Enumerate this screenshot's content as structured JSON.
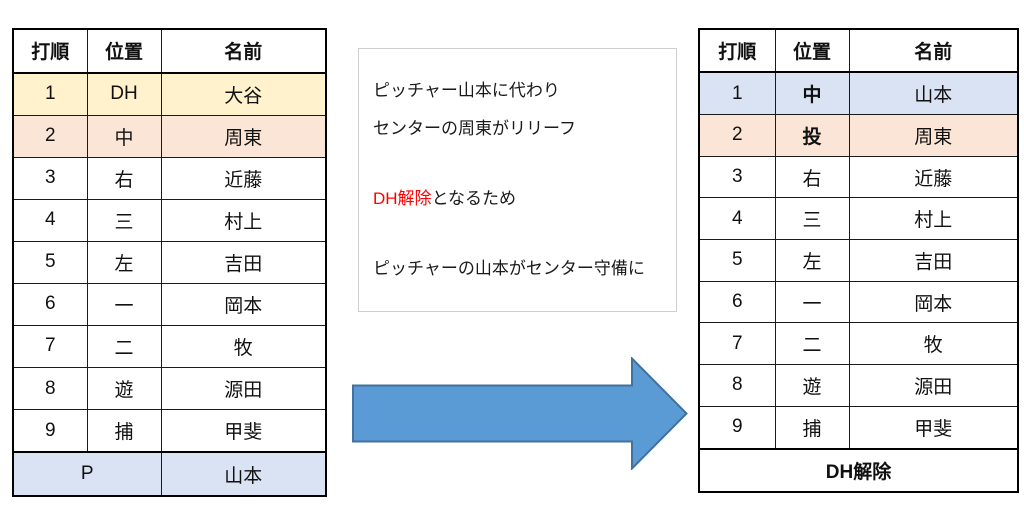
{
  "colors": {
    "highlight_yellow": "#FFF2CC",
    "highlight_peach": "#FBE5D6",
    "highlight_lavender": "#DAE3F3",
    "red_text": "#FF0000",
    "arrow_fill": "#5B9BD5",
    "arrow_border": "#41719C",
    "table_border": "#000000",
    "note_border": "#CFCFCF"
  },
  "left_table": {
    "headers": {
      "order": "打順",
      "position": "位置",
      "name": "名前"
    },
    "rows": [
      {
        "order": "1",
        "position": "DH",
        "name": "大谷"
      },
      {
        "order": "2",
        "position": "中",
        "name": "周東"
      },
      {
        "order": "3",
        "position": "右",
        "name": "近藤"
      },
      {
        "order": "4",
        "position": "三",
        "name": "村上"
      },
      {
        "order": "5",
        "position": "左",
        "name": "吉田"
      },
      {
        "order": "6",
        "position": "一",
        "name": "岡本"
      },
      {
        "order": "7",
        "position": "二",
        "name": "牧"
      },
      {
        "order": "8",
        "position": "遊",
        "name": "源田"
      },
      {
        "order": "9",
        "position": "捕",
        "name": "甲斐"
      }
    ],
    "footer_label": "P",
    "footer_name": "山本"
  },
  "right_table": {
    "headers": {
      "order": "打順",
      "position": "位置",
      "name": "名前"
    },
    "rows": [
      {
        "order": "1",
        "position": "中",
        "name": "山本"
      },
      {
        "order": "2",
        "position": "投",
        "name": "周東"
      },
      {
        "order": "3",
        "position": "右",
        "name": "近藤"
      },
      {
        "order": "4",
        "position": "三",
        "name": "村上"
      },
      {
        "order": "5",
        "position": "左",
        "name": "吉田"
      },
      {
        "order": "6",
        "position": "一",
        "name": "岡本"
      },
      {
        "order": "7",
        "position": "二",
        "name": "牧"
      },
      {
        "order": "8",
        "position": "遊",
        "name": "源田"
      },
      {
        "order": "9",
        "position": "捕",
        "name": "甲斐"
      }
    ],
    "footer_label": "DH解除"
  },
  "note_box": {
    "line1": "ピッチャー山本に代わり",
    "line2": "センターの周東がリリーフ",
    "line3_red": "DH解除",
    "line3_rest": "となるため",
    "line4": "ピッチャーの山本がセンター守備に"
  }
}
